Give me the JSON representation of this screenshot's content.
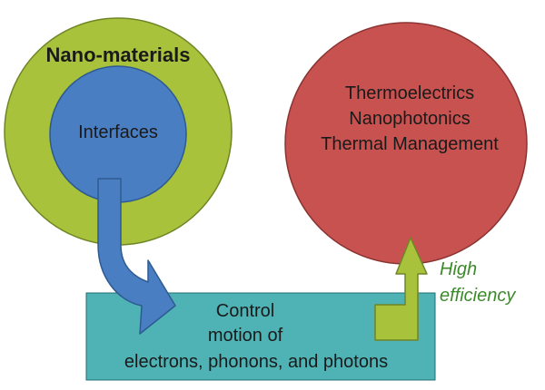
{
  "nano_materials": {
    "title": "Nano-materials",
    "inner_label": "Interfaces"
  },
  "applications": {
    "lines": [
      "Thermoelectrics",
      "Nanophotonics",
      "Thermal Management"
    ]
  },
  "control_box": {
    "lines": [
      "Control",
      "motion of",
      "electrons, phonons, and photons"
    ]
  },
  "efficiency": {
    "lines": [
      "High",
      "efficiency"
    ]
  },
  "colors": {
    "outer_circle": "#a8c23c",
    "inner_circle": "#4a7ec2",
    "right_circle": "#c85250",
    "control_box": "#4fb3b6",
    "blue_arrow": "#4a7ec2",
    "green_arrow": "#a8c23c",
    "efficiency_text": "#3d8a2a"
  }
}
